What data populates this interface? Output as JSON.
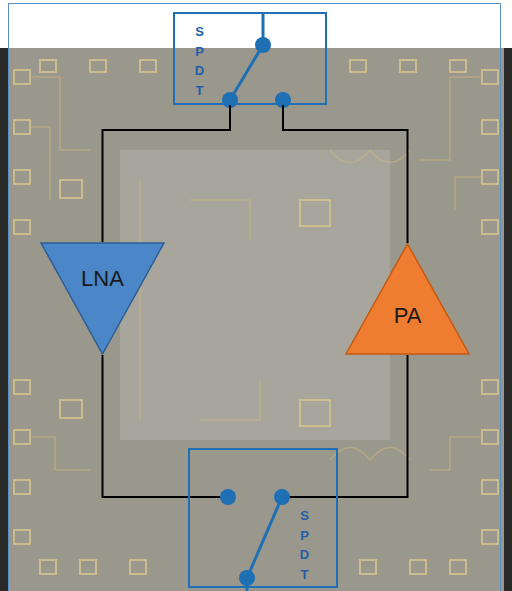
{
  "diagram": {
    "nodes": [
      {
        "text": [
          "SPDT"
        ]
      },
      {
        "text": [
          "LNA"
        ]
      },
      {
        "text": [
          "PA"
        ]
      },
      {
        "text": [
          "SPDT"
        ]
      }
    ],
    "edges": [
      {
        "from": 0,
        "to": 1,
        "arrow": "none"
      },
      {
        "from": 1,
        "to": 3,
        "arrow": "none"
      },
      {
        "from": 3,
        "to": 2,
        "arrow": "none"
      },
      {
        "from": 2,
        "to": 0,
        "arrow": "none"
      }
    ]
  }
}
